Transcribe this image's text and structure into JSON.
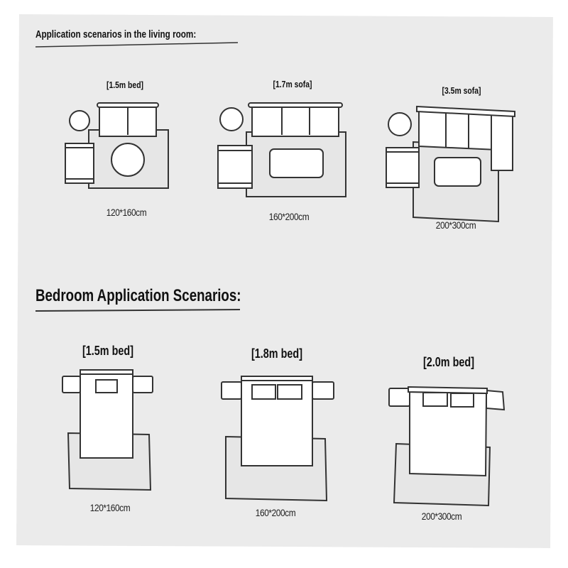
{
  "living_room": {
    "heading": "Application scenarios in the living room:",
    "scenarios": [
      {
        "title": "[1.5m bed]",
        "size": "120*160cm"
      },
      {
        "title": "[1.7m sofa]",
        "size": "160*200cm"
      },
      {
        "title": "[3.5m sofa]",
        "size": "200*300cm"
      }
    ]
  },
  "bedroom": {
    "heading": "Bedroom Application Scenarios:",
    "scenarios": [
      {
        "title": "[1.5m bed]",
        "size": "120*160cm"
      },
      {
        "title": "[1.8m bed]",
        "size": "160*200cm"
      },
      {
        "title": "[2.0m bed]",
        "size": "200*300cm"
      }
    ]
  },
  "colors": {
    "background": "#ebebeb",
    "line": "#333333",
    "fill": "#ffffff",
    "rug": "#e6e6e6"
  }
}
